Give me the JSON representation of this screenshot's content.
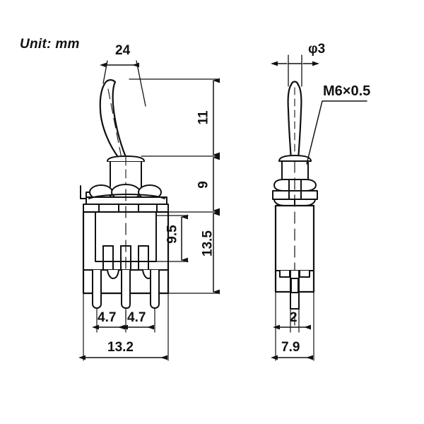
{
  "drawing": {
    "unit_note": "Unit: mm",
    "title_domain": "toggle-switch-dimensional-drawing",
    "line_color": "#111111",
    "background_color": "#ffffff"
  },
  "front_view": {
    "name": "front-view",
    "dimensions": {
      "lever_travel_angle": "24",
      "lever_height": "11",
      "bushing_height": "9",
      "terminal_span_height": "9.5",
      "body_height": "13.5",
      "terminal_pitch_left": "4.7",
      "terminal_pitch_right": "4.7",
      "overall_height": "13.2"
    }
  },
  "side_view": {
    "name": "side-view",
    "dimensions": {
      "lever_diameter": "φ3",
      "thread_spec": "M6×0.5",
      "terminal_width": "2",
      "body_width": "7.9"
    }
  }
}
